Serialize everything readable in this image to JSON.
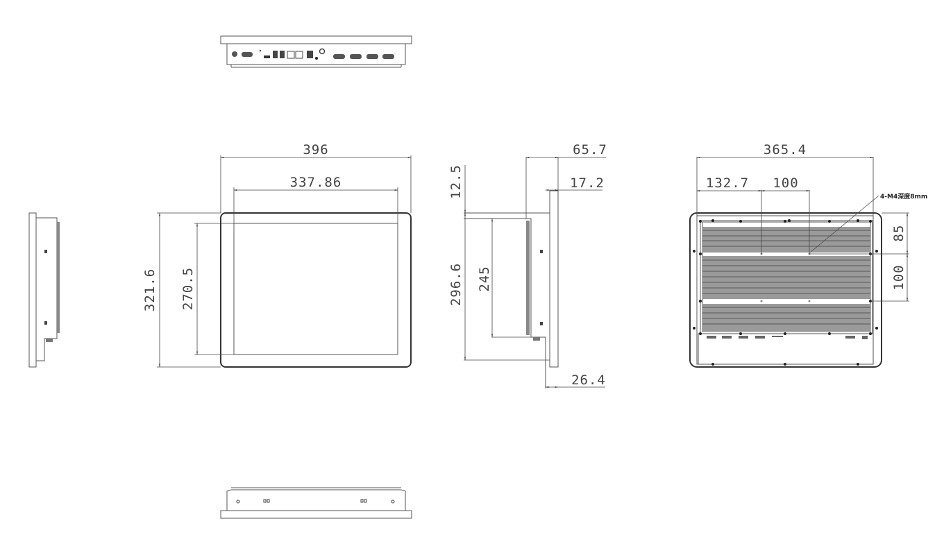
{
  "drawing": {
    "subject": "Panel PC dimensional drawing",
    "colors": {
      "line": "#555555",
      "text": "#444444",
      "background": "#ffffff"
    },
    "views": {
      "top_io_view": {
        "label": "top-view-io-ports"
      },
      "left_side_view": {
        "label": "left-side-view"
      },
      "front_view": {
        "width": "396",
        "display_width": "337.86",
        "height": "321.6",
        "display_height": "270.5"
      },
      "side_view": {
        "total_depth": "65.7",
        "bezel_depth": "17.2",
        "top_offset": "12.5",
        "body_height": "296.6",
        "rear_height": "245",
        "bottom_depth": "26.4"
      },
      "rear_view": {
        "width": "365.4",
        "hole_offset_x": "132.7",
        "hole_spacing_x": "100",
        "hole_offset_y": "85",
        "hole_spacing_y": "100",
        "note": "4-M4深度8mm"
      },
      "bottom_view": {
        "label": "bottom-view"
      }
    }
  }
}
